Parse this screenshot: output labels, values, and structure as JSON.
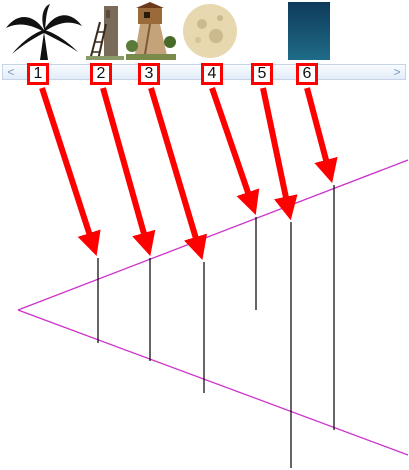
{
  "thumbnails": [
    {
      "icon": "palm-tree-icon"
    },
    {
      "icon": "ruin-ladder-icon"
    },
    {
      "icon": "treehouse-icon"
    },
    {
      "icon": "moon-icon"
    },
    {
      "icon": "dark-blue-panel-icon"
    }
  ],
  "scrollbar": {
    "left_arrow": "<",
    "right_arrow": ">"
  },
  "callouts": [
    {
      "label": "1"
    },
    {
      "label": "2"
    },
    {
      "label": "3"
    },
    {
      "label": "4"
    },
    {
      "label": "5"
    },
    {
      "label": "6"
    }
  ],
  "colors": {
    "callout_red": "#ff0000",
    "triangle_magenta": "#cc33cc",
    "drop_line": "#000000"
  }
}
